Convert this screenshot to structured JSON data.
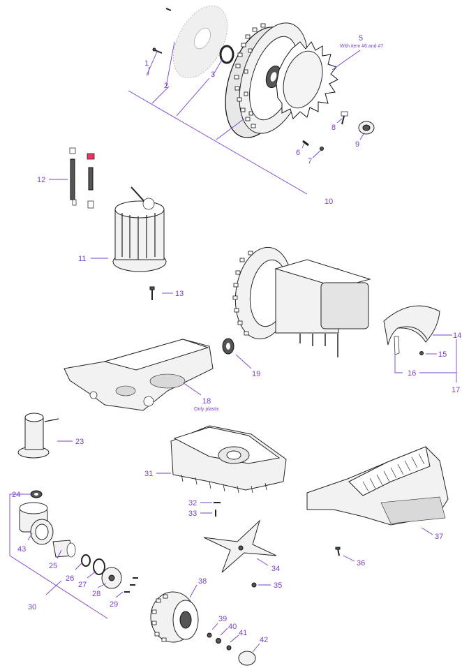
{
  "colors": {
    "callout": "#7a3fd0",
    "outline": "#222222",
    "fill": "#f2f2f2"
  },
  "callouts": {
    "c1": "1",
    "c2": "2",
    "c3": "3",
    "c5": "5",
    "c6": "6",
    "c7": "7",
    "c8": "8",
    "c9": "9",
    "c10": "10",
    "c11": "11",
    "c12": "12",
    "c13": "13",
    "c14": "14",
    "c15": "15",
    "c16": "16",
    "c17": "17",
    "c18": "18",
    "c19": "19",
    "c23": "23",
    "c24": "24",
    "c25": "25",
    "c26": "26",
    "c27": "27",
    "c28": "28",
    "c29": "29",
    "c30": "30",
    "c31": "31",
    "c32": "32",
    "c33": "33",
    "c34": "34",
    "c35": "35",
    "c36": "36",
    "c37": "37",
    "c38": "38",
    "c39": "39",
    "c40": "40",
    "c41": "41",
    "c42": "42",
    "c43": "43"
  },
  "notes": {
    "n5": "With item #6 and #7",
    "n18": "Only plastic"
  }
}
